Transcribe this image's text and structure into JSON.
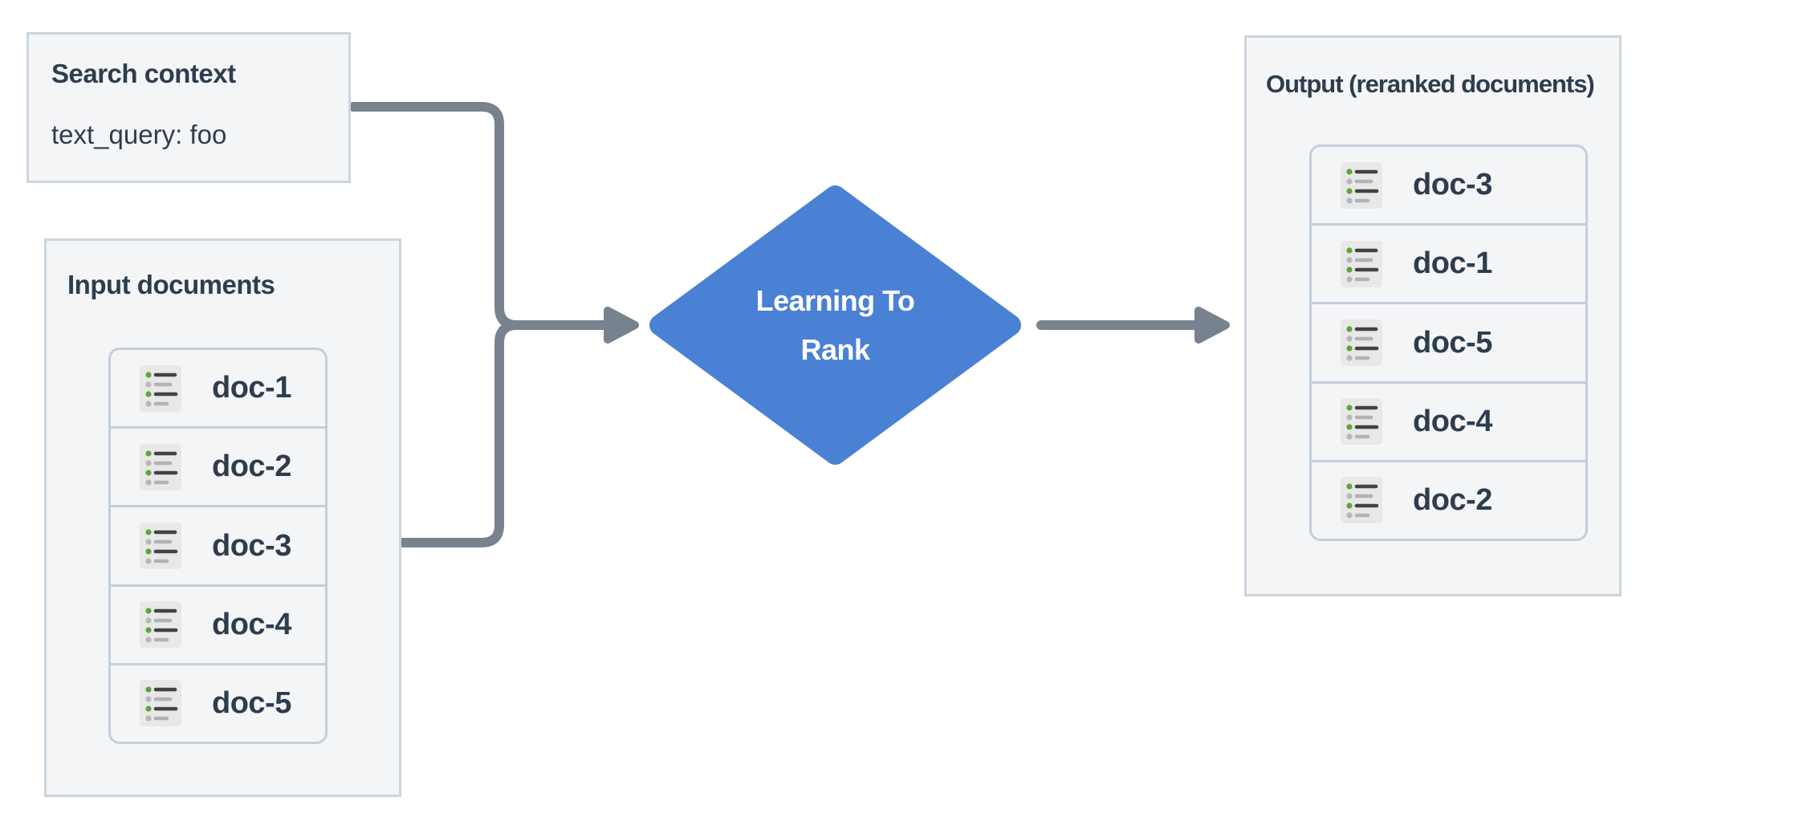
{
  "diagram": {
    "search_context": {
      "title": "Search context",
      "query_line": "text_query: foo"
    },
    "input_documents": {
      "title": "Input documents",
      "docs": [
        "doc-1",
        "doc-2",
        "doc-3",
        "doc-4",
        "doc-5"
      ]
    },
    "process_node": {
      "line1": "Learning To",
      "line2": "Rank"
    },
    "output": {
      "title": "Output (reranked documents)",
      "docs": [
        "doc-3",
        "doc-1",
        "doc-5",
        "doc-4",
        "doc-2"
      ]
    },
    "icons": {
      "doc_row_icon": "bulleted-list-document-icon"
    },
    "colors": {
      "diamond_blue": "#4A81D4",
      "connector_gray": "#78828F",
      "box_fill": "#F3F5F7",
      "box_border": "#CBD5DD",
      "inner_border": "#C3CFD9",
      "text_dark": "#2E3D4E",
      "icon_bg": "#E8E8E8",
      "icon_green": "#5BA63C",
      "icon_dark_line": "#3F4347",
      "icon_gray_line": "#AFB3B6",
      "icon_dot_gray": "#B6B9BC"
    }
  }
}
